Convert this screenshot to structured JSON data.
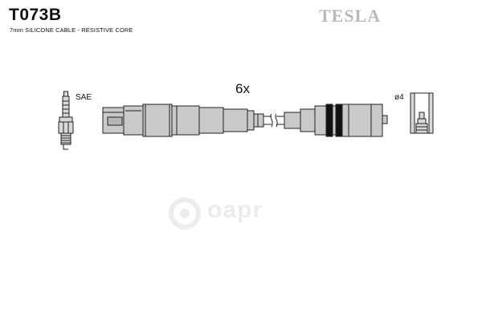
{
  "header": {
    "part_code": "T073B",
    "description": "7mm SILICONE CABLE - RESISTIVE CORE",
    "brand": "TESLA"
  },
  "diagram": {
    "quantity_label": "6x",
    "plug_type_label": "SAE",
    "terminal_label": "ø4",
    "cable_color": "#c9c9c9",
    "outline_color": "#222222",
    "sleeve_band_color": "#111111"
  },
  "watermark": {
    "text": "oapr"
  }
}
